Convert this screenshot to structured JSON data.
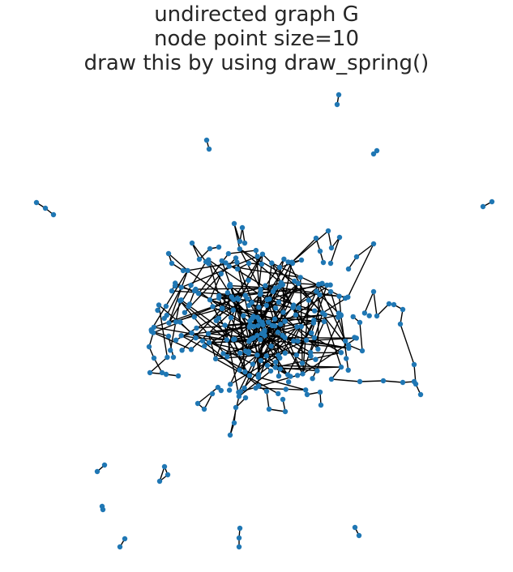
{
  "title": {
    "line1": "undirected graph G",
    "line2": "node point size=10",
    "line3": "draw this by using draw_spring()"
  },
  "graph": {
    "node_color": "#1f77b4",
    "edge_color": "#000000",
    "type": "undirected",
    "layout": "spring"
  }
}
